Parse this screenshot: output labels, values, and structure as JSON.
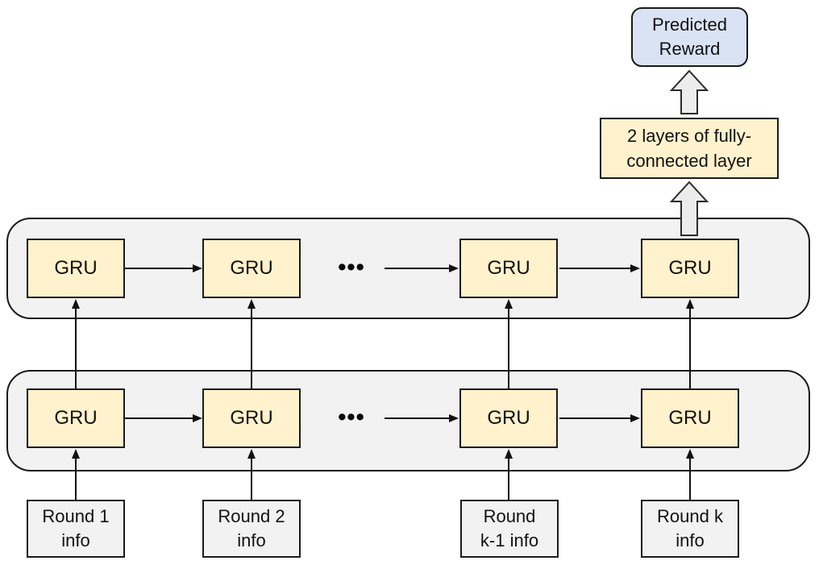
{
  "nodes": {
    "gru_label": "GRU",
    "ellipsis": "•••",
    "predicted_reward": {
      "line1": "Predicted",
      "line2": "Reward"
    },
    "fully_connected": {
      "line1": "2 layers of fully-",
      "line2": "connected layer"
    }
  },
  "inputs": [
    {
      "line1": "Round 1",
      "line2": "info"
    },
    {
      "line1": "Round 2",
      "line2": "info"
    },
    {
      "line1": "Round",
      "line2": "k-1 info"
    },
    {
      "line1": "Round k",
      "line2": "info"
    }
  ],
  "colors": {
    "gru_fill": "#fff2cc",
    "container_fill": "#f2f2f2",
    "input_fill": "#f2f2f2",
    "output_fill": "#dae3f3",
    "block_arrow_fill": "#ececec",
    "border_color": "#1a1a1a",
    "arrow_color": "#111111"
  }
}
